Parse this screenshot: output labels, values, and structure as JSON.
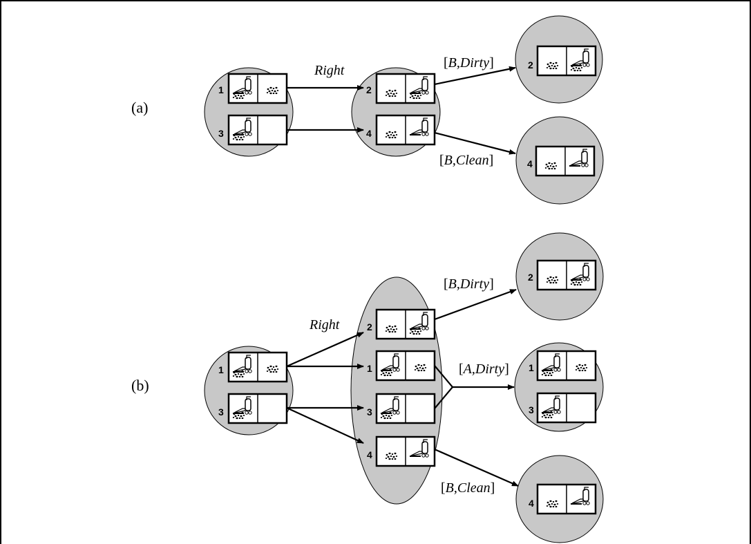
{
  "panel_labels": {
    "a": "(a)",
    "b": "(b)"
  },
  "actions": {
    "a_right": "Right",
    "a_b_dirty": "[B,Dirty]",
    "a_b_clean": "[B,Clean]",
    "b_right": "Right",
    "b_b_dirty": "[B,Dirty]",
    "b_a_dirty": "[A,Dirty]",
    "b_b_clean": "[B,Clean]"
  },
  "state_numbers": {
    "a_n1": "1",
    "a_n3": "3",
    "a_n2": "2",
    "a_n4": "4",
    "a_r2": "2",
    "a_r4": "4",
    "b_n1": "1",
    "b_n3": "3",
    "b_m2": "2",
    "b_m1": "1",
    "b_m3": "3",
    "b_m4": "4",
    "b_r2": "2",
    "b_r1": "1",
    "b_r3": "3",
    "b_r4": "4"
  },
  "state_definitions": {
    "1": {
      "vacuum": "A",
      "dirt": [
        "A",
        "B"
      ]
    },
    "2": {
      "vacuum": "B",
      "dirt": [
        "A",
        "B"
      ]
    },
    "3": {
      "vacuum": "A",
      "dirt": [
        "A"
      ]
    },
    "4": {
      "vacuum": "B",
      "dirt": [
        "A"
      ]
    }
  },
  "colors": {
    "belief_fill": "#c8c8c8",
    "stroke": "#000000",
    "cell_fill": "#ffffff"
  },
  "icons": {
    "vacuum": "vacuum-cleaner-icon",
    "dirt": "dirt-icon"
  }
}
